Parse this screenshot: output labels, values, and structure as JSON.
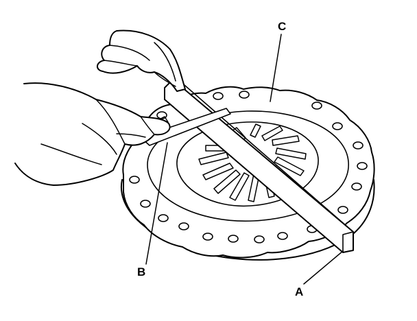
{
  "figure": {
    "callouts": {
      "c": "C",
      "b": "B",
      "a": "A"
    },
    "line_color": "#000000",
    "background": "#ffffff"
  }
}
